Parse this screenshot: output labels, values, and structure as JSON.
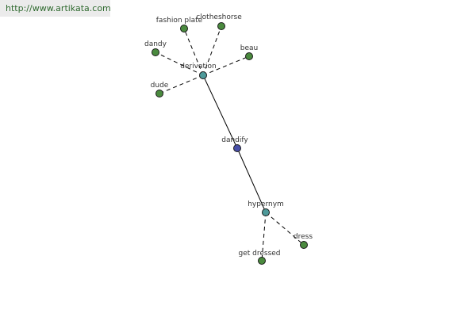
{
  "watermark": "http://www.artikata.com",
  "colors": {
    "center": "#484fa8",
    "relation": "#4e9a9a",
    "leaf": "#4a8a3e",
    "watermark_bg": "#ebebeb",
    "watermark_text": "#2f6a2f"
  },
  "nodes": [
    {
      "id": "dandify",
      "label": "dandify",
      "kind": "center"
    },
    {
      "id": "derivation",
      "label": "derivation",
      "kind": "relation"
    },
    {
      "id": "hypernym",
      "label": "hypernym",
      "kind": "relation"
    },
    {
      "id": "fashion-plate",
      "label": "fashion plate",
      "kind": "leaf"
    },
    {
      "id": "clotheshorse",
      "label": "clotheshorse",
      "kind": "leaf"
    },
    {
      "id": "dandy",
      "label": "dandy",
      "kind": "leaf"
    },
    {
      "id": "beau",
      "label": "beau",
      "kind": "leaf"
    },
    {
      "id": "dude",
      "label": "dude",
      "kind": "leaf"
    },
    {
      "id": "get-dressed",
      "label": "get dressed",
      "kind": "leaf"
    },
    {
      "id": "dress",
      "label": "dress",
      "kind": "leaf"
    }
  ],
  "edges": [
    {
      "from": "dandify",
      "to": "derivation",
      "style": "solid"
    },
    {
      "from": "dandify",
      "to": "hypernym",
      "style": "solid"
    },
    {
      "from": "derivation",
      "to": "fashion-plate",
      "style": "dashed"
    },
    {
      "from": "derivation",
      "to": "clotheshorse",
      "style": "dashed"
    },
    {
      "from": "derivation",
      "to": "dandy",
      "style": "dashed"
    },
    {
      "from": "derivation",
      "to": "beau",
      "style": "dashed"
    },
    {
      "from": "derivation",
      "to": "dude",
      "style": "dashed"
    },
    {
      "from": "hypernym",
      "to": "get-dressed",
      "style": "dashed"
    },
    {
      "from": "hypernym",
      "to": "dress",
      "style": "dashed"
    }
  ]
}
